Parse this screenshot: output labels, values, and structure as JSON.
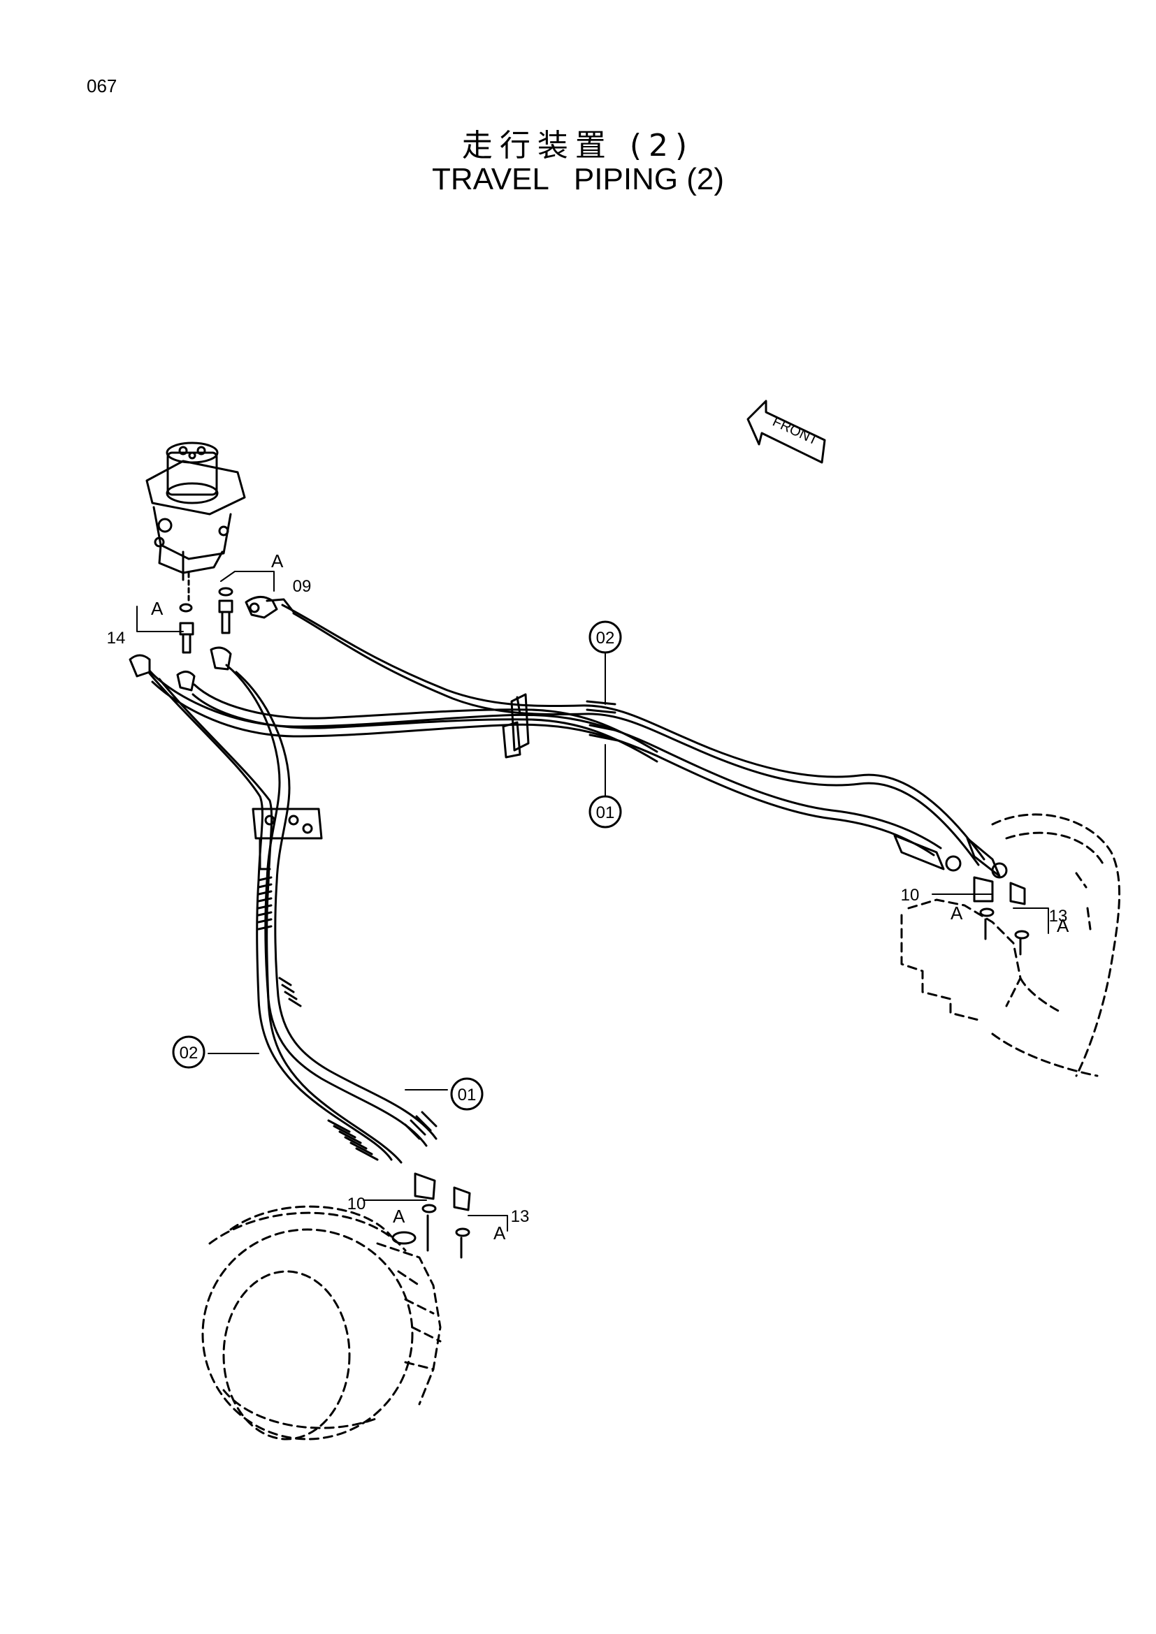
{
  "page": {
    "number": "067",
    "title_jp": "走行装置 (2)",
    "title_en": "TRAVEL   PIPING (2)"
  },
  "direction_label": "FRONT",
  "detail_marker": "A",
  "callouts": [
    {
      "label": "02",
      "style": "circle"
    },
    {
      "label": "01",
      "style": "circle"
    },
    {
      "label": "02",
      "style": "circle"
    },
    {
      "label": "01",
      "style": "circle"
    },
    {
      "label": "09",
      "style": "plain"
    },
    {
      "label": "14",
      "style": "plain"
    },
    {
      "label": "10",
      "style": "plain"
    },
    {
      "label": "13",
      "style": "plain"
    },
    {
      "label": "10",
      "style": "plain"
    },
    {
      "label": "13",
      "style": "plain"
    }
  ]
}
